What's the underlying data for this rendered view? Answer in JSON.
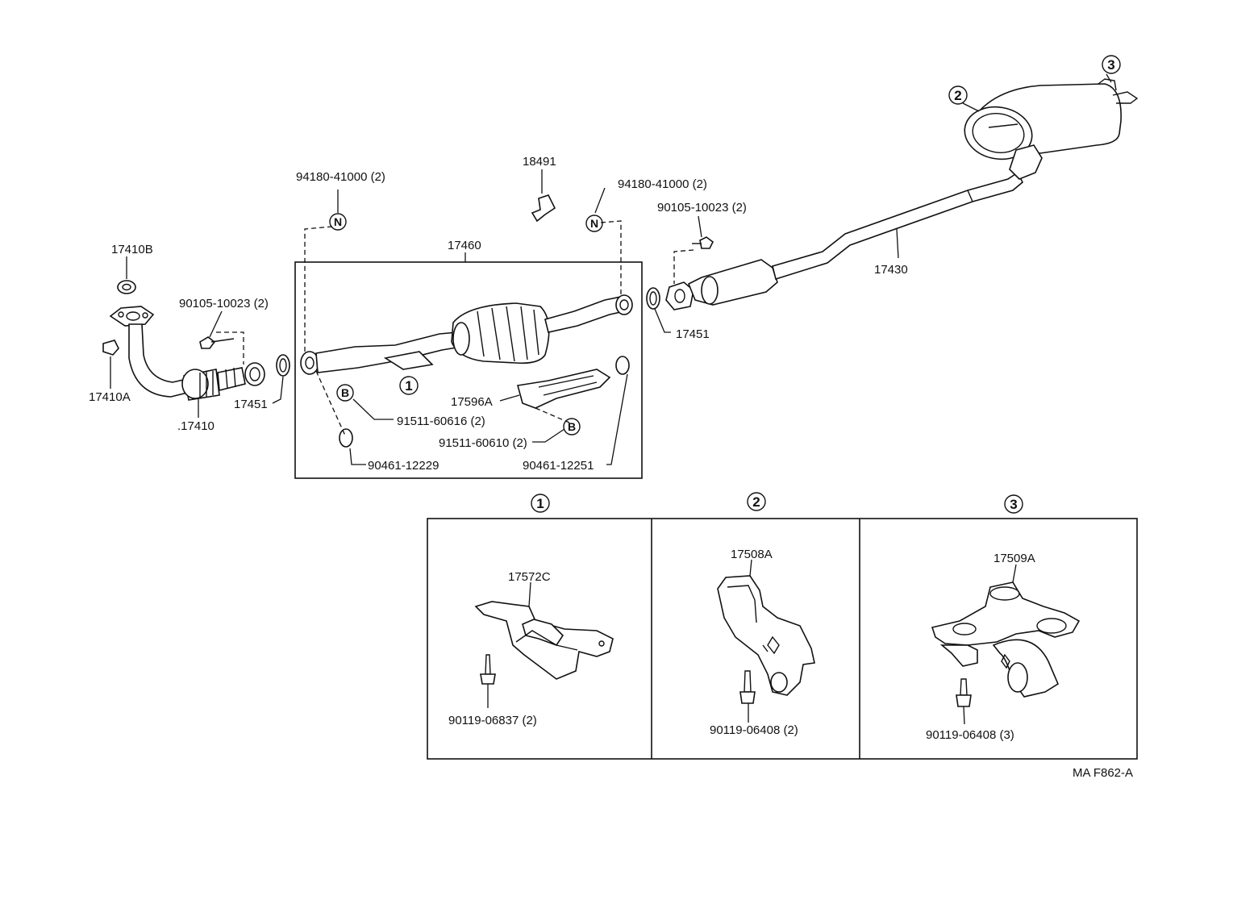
{
  "labels": {
    "p17410B": "17410B",
    "p17410A": "17410A",
    "p17410": ".17410",
    "p90105_left": "90105-10023 (2)",
    "p17451_left": "17451",
    "p94180_left": "94180-41000 (2)",
    "p18491": "18491",
    "p94180_right": "94180-41000 (2)",
    "p17460": "17460",
    "p90105_right": "90105-10023 (2)",
    "p17451_right": "17451",
    "p17430": "17430",
    "p17596A": "17596A",
    "p91511_60616": "91511-60616 (2)",
    "p91511_60610": "91511-60610 (2)",
    "p90461_12229": "90461-12229",
    "p90461_12251": "90461-12251",
    "p17572C": "17572C",
    "p90119_06837": "90119-06837 (2)",
    "p17508A": "17508A",
    "p90119_06408_2": "90119-06408 (2)",
    "p17509A": "17509A",
    "p90119_06408_3": "90119-06408 (3)",
    "figure_code": "MA F862-A"
  },
  "markers": {
    "m1": "1",
    "m2": "2",
    "m3": "3",
    "detail1": "1",
    "detail2": "2",
    "detail3": "3",
    "n_left": "N",
    "n_right": "N",
    "b_left": "B",
    "b_right": "B"
  }
}
